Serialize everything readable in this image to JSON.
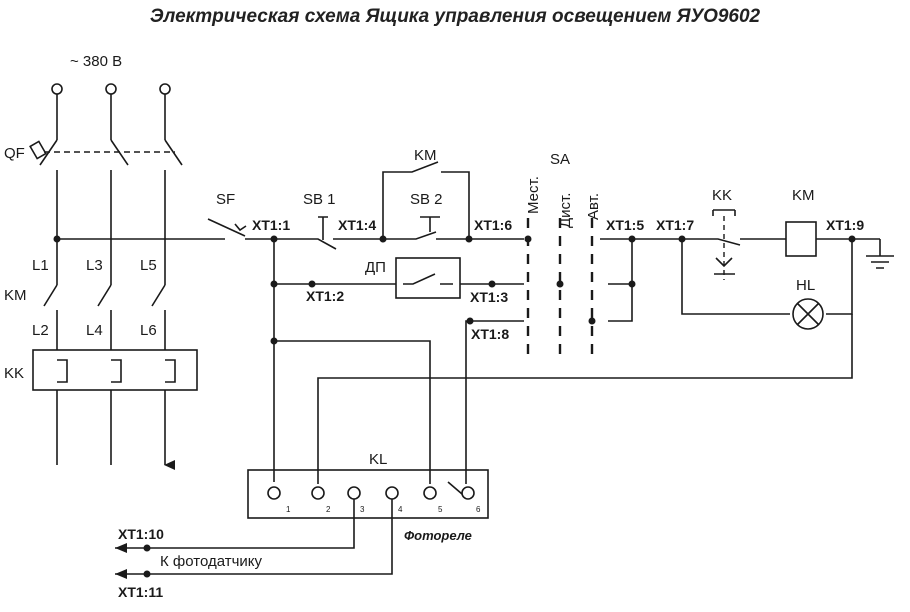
{
  "title": "Электрическая схема Ящика управления освещением ЯУО9602",
  "supply": "~ 380 В",
  "labels": {
    "qf": "QF",
    "km_left": "KM",
    "kk_left": "KK",
    "l1": "L1",
    "l2": "L2",
    "l3": "L3",
    "l4": "L4",
    "l5": "L5",
    "l6": "L6",
    "sf": "SF",
    "sb1": "SB 1",
    "sb2": "SB 2",
    "km_top": "KM",
    "dp": "ДП",
    "sa": "SA",
    "mest": "Мест.",
    "dist": "Дист.",
    "avt": "Авт.",
    "kk_right": "KK",
    "km_coil": "KM",
    "hl": "HL",
    "kl": "KL",
    "photorelay": "Фотореле",
    "to_sensor": "К фотодатчику"
  },
  "terminals": {
    "xt1_1": "XT1:1",
    "xt1_2": "XT1:2",
    "xt1_3": "XT1:3",
    "xt1_4": "XT1:4",
    "xt1_5": "XT1:5",
    "xt1_6": "XT1:6",
    "xt1_7": "XT1:7",
    "xt1_8": "XT1:8",
    "xt1_9": "XT1:9",
    "xt1_10": "XT1:10",
    "xt1_11": "XT1:11"
  },
  "kl_pins": [
    "1",
    "2",
    "3",
    "4",
    "5",
    "6"
  ]
}
